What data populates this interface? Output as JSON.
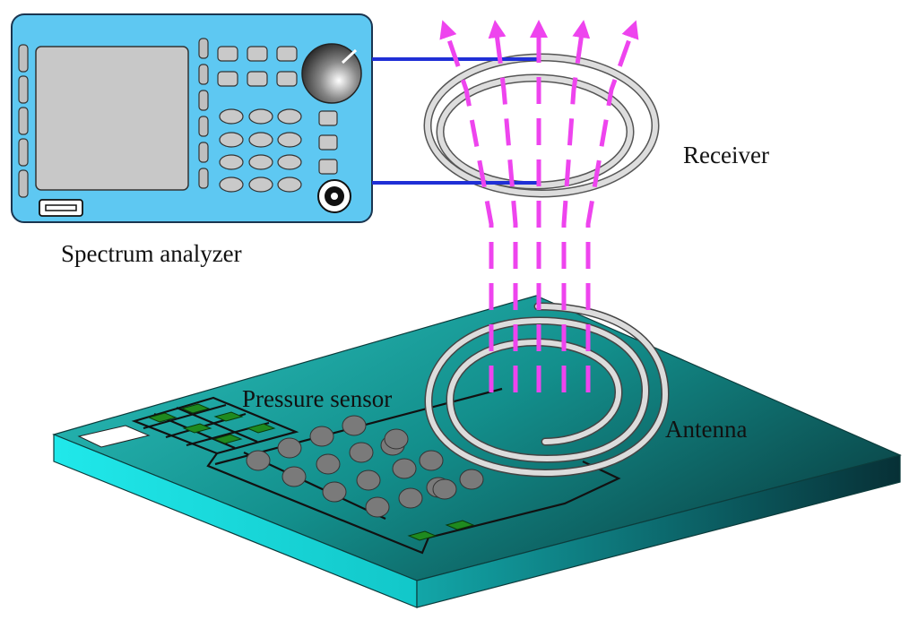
{
  "labels": {
    "spectrum_analyzer": "Spectrum analyzer",
    "receiver": "Receiver",
    "pressure_sensor": "Pressure sensor",
    "antenna": "Antenna"
  },
  "colors": {
    "device_body": "#5ec8f2",
    "device_outline": "#1a3550",
    "screen": "#c8c8c8",
    "button": "#c9c9c9",
    "cable": "#1f2fd6",
    "field_lines": "#ee44ee",
    "coil": "#cccccc",
    "board_top": "#1aa9a5",
    "board_edge": "#17d6d8",
    "sensor_node": "#7a7a7a",
    "pad": "#1f8a1f"
  },
  "icons": {
    "knob": "rotary-knob-icon",
    "connector": "bnc-connector-icon",
    "slot": "card-slot-icon"
  }
}
